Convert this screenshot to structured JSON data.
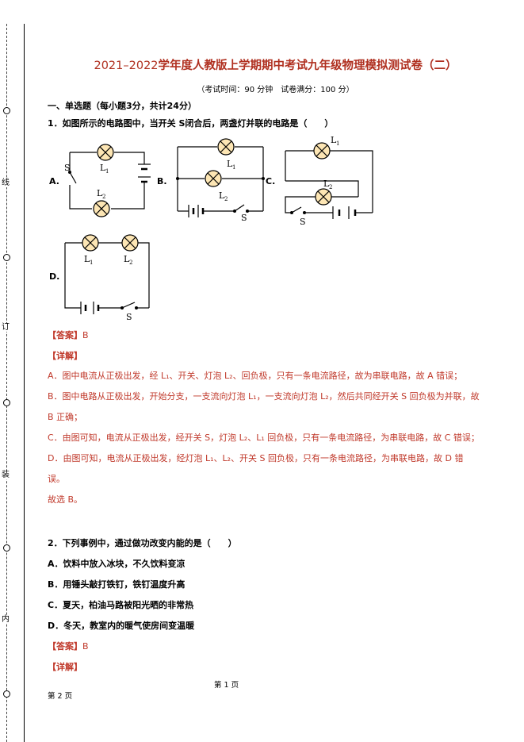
{
  "header": {
    "title_prefix": "2021–2022",
    "title_bold": "学年度人教版上学期期中考试九年级物理模拟测试卷（二）",
    "subtitle": "（考试时间：90 分钟　试卷满分：100 分）"
  },
  "binding": [
    "线",
    "订",
    "装",
    "内"
  ],
  "section1": {
    "title": "一、单选题（每小题3分，共计24分）"
  },
  "q1": {
    "stem": "1．如图所示的电路图中，当开关 S闭合后，两盏灯并联的电路是（　　）",
    "options": [
      "A.",
      "B.",
      "C.",
      "D."
    ],
    "labels": {
      "l1": "L",
      "l2": "L",
      "s": "S",
      "sub1": "1",
      "sub2": "2"
    },
    "answer_tag": "【答案】",
    "answer": "B",
    "detail_tag": "【详解】",
    "explanation": [
      "A．图中电流从正极出发，经 L₁、开关、灯泡 L₂、回负极，只有一条电流路径，故为串联电路，故 A 错误；",
      "B．图中电路从正极出发，开始分支，一支流向灯泡 L₁，一支流向灯泡 L₂，然后共同经开关 S 回负极为并联，故 B 正确；",
      "C．由图可知，电流从正极出发，经开关 S，灯泡 L₂、L₁ 回负极，只有一条电流路径，为串联电路，故 C 错误；",
      "D．由图可知，电流从正极出发，经灯泡 L₁、L₂、开关 S 回负极，只有一条电流路径，为串联电路，故 D 错误。",
      "故选 B。"
    ]
  },
  "q2": {
    "stem": "2．下列事例中，通过做功改变内能的是（　　）",
    "options": [
      "A．饮料中放入冰块，不久饮料变凉",
      "B．用锤头敲打铁钉，铁钉温度升高",
      "C．夏天，柏油马路被阳光晒的非常热",
      "D．冬天，教室内的暖气使房间变温暖"
    ],
    "answer_tag": "【答案】",
    "answer": "B",
    "detail_tag": "【详解】"
  },
  "footer": {
    "center": "第 1 页",
    "left": "第 2 页"
  }
}
